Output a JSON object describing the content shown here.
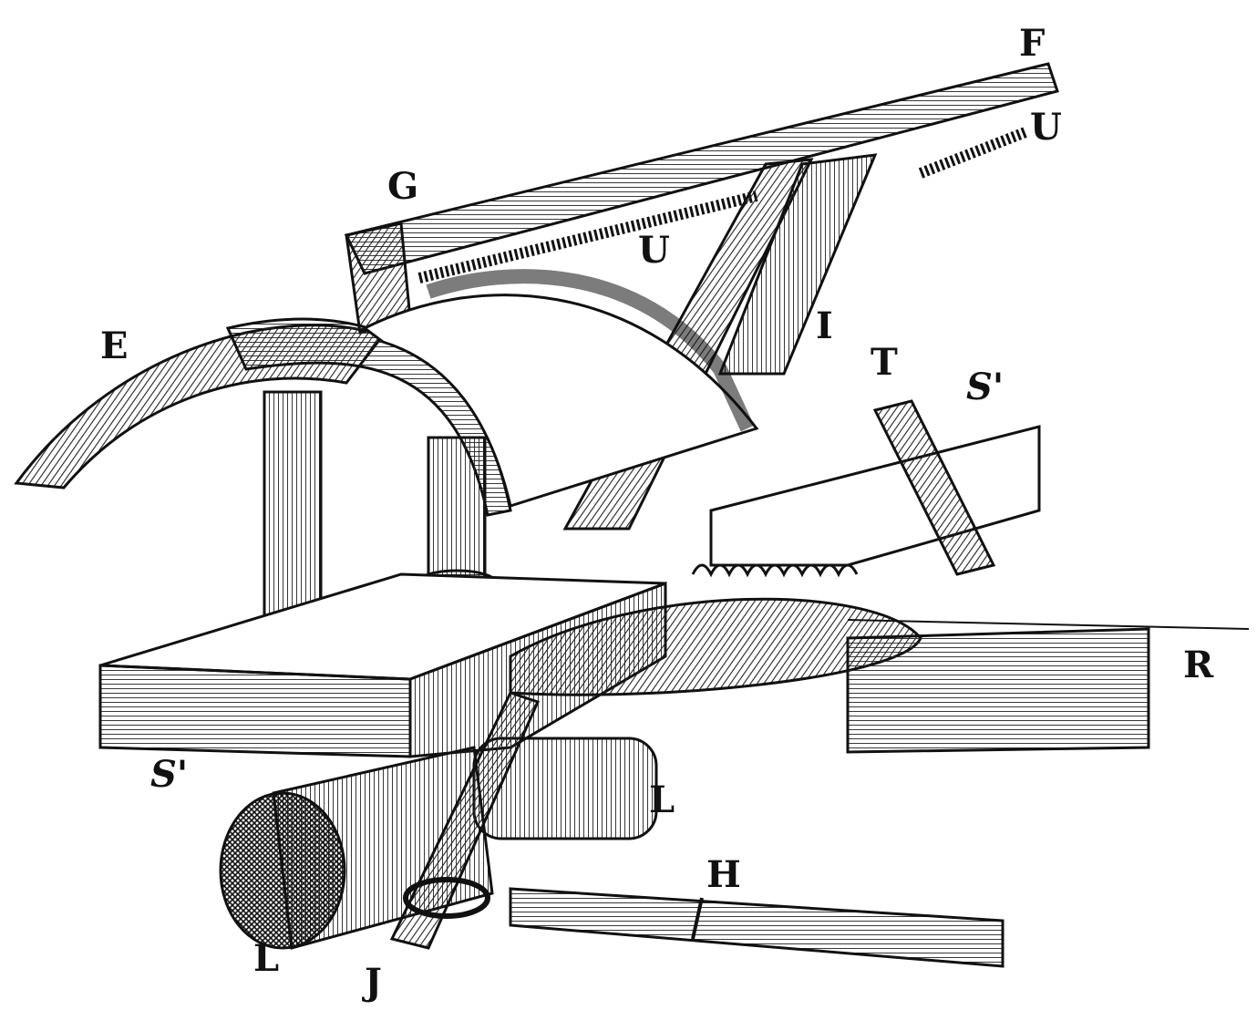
{
  "colors": {
    "ink": "#111111",
    "paper": "#ffffff",
    "shade": "#555555"
  },
  "labels": {
    "F": "F",
    "U_top": "U",
    "G": "G",
    "U_mid": "U",
    "I": "I",
    "E": "E",
    "T": "T",
    "S_right": "S'",
    "R": "R",
    "S_left": "S'",
    "L_right": "L",
    "H": "H",
    "L_left": "L",
    "J": "J"
  }
}
